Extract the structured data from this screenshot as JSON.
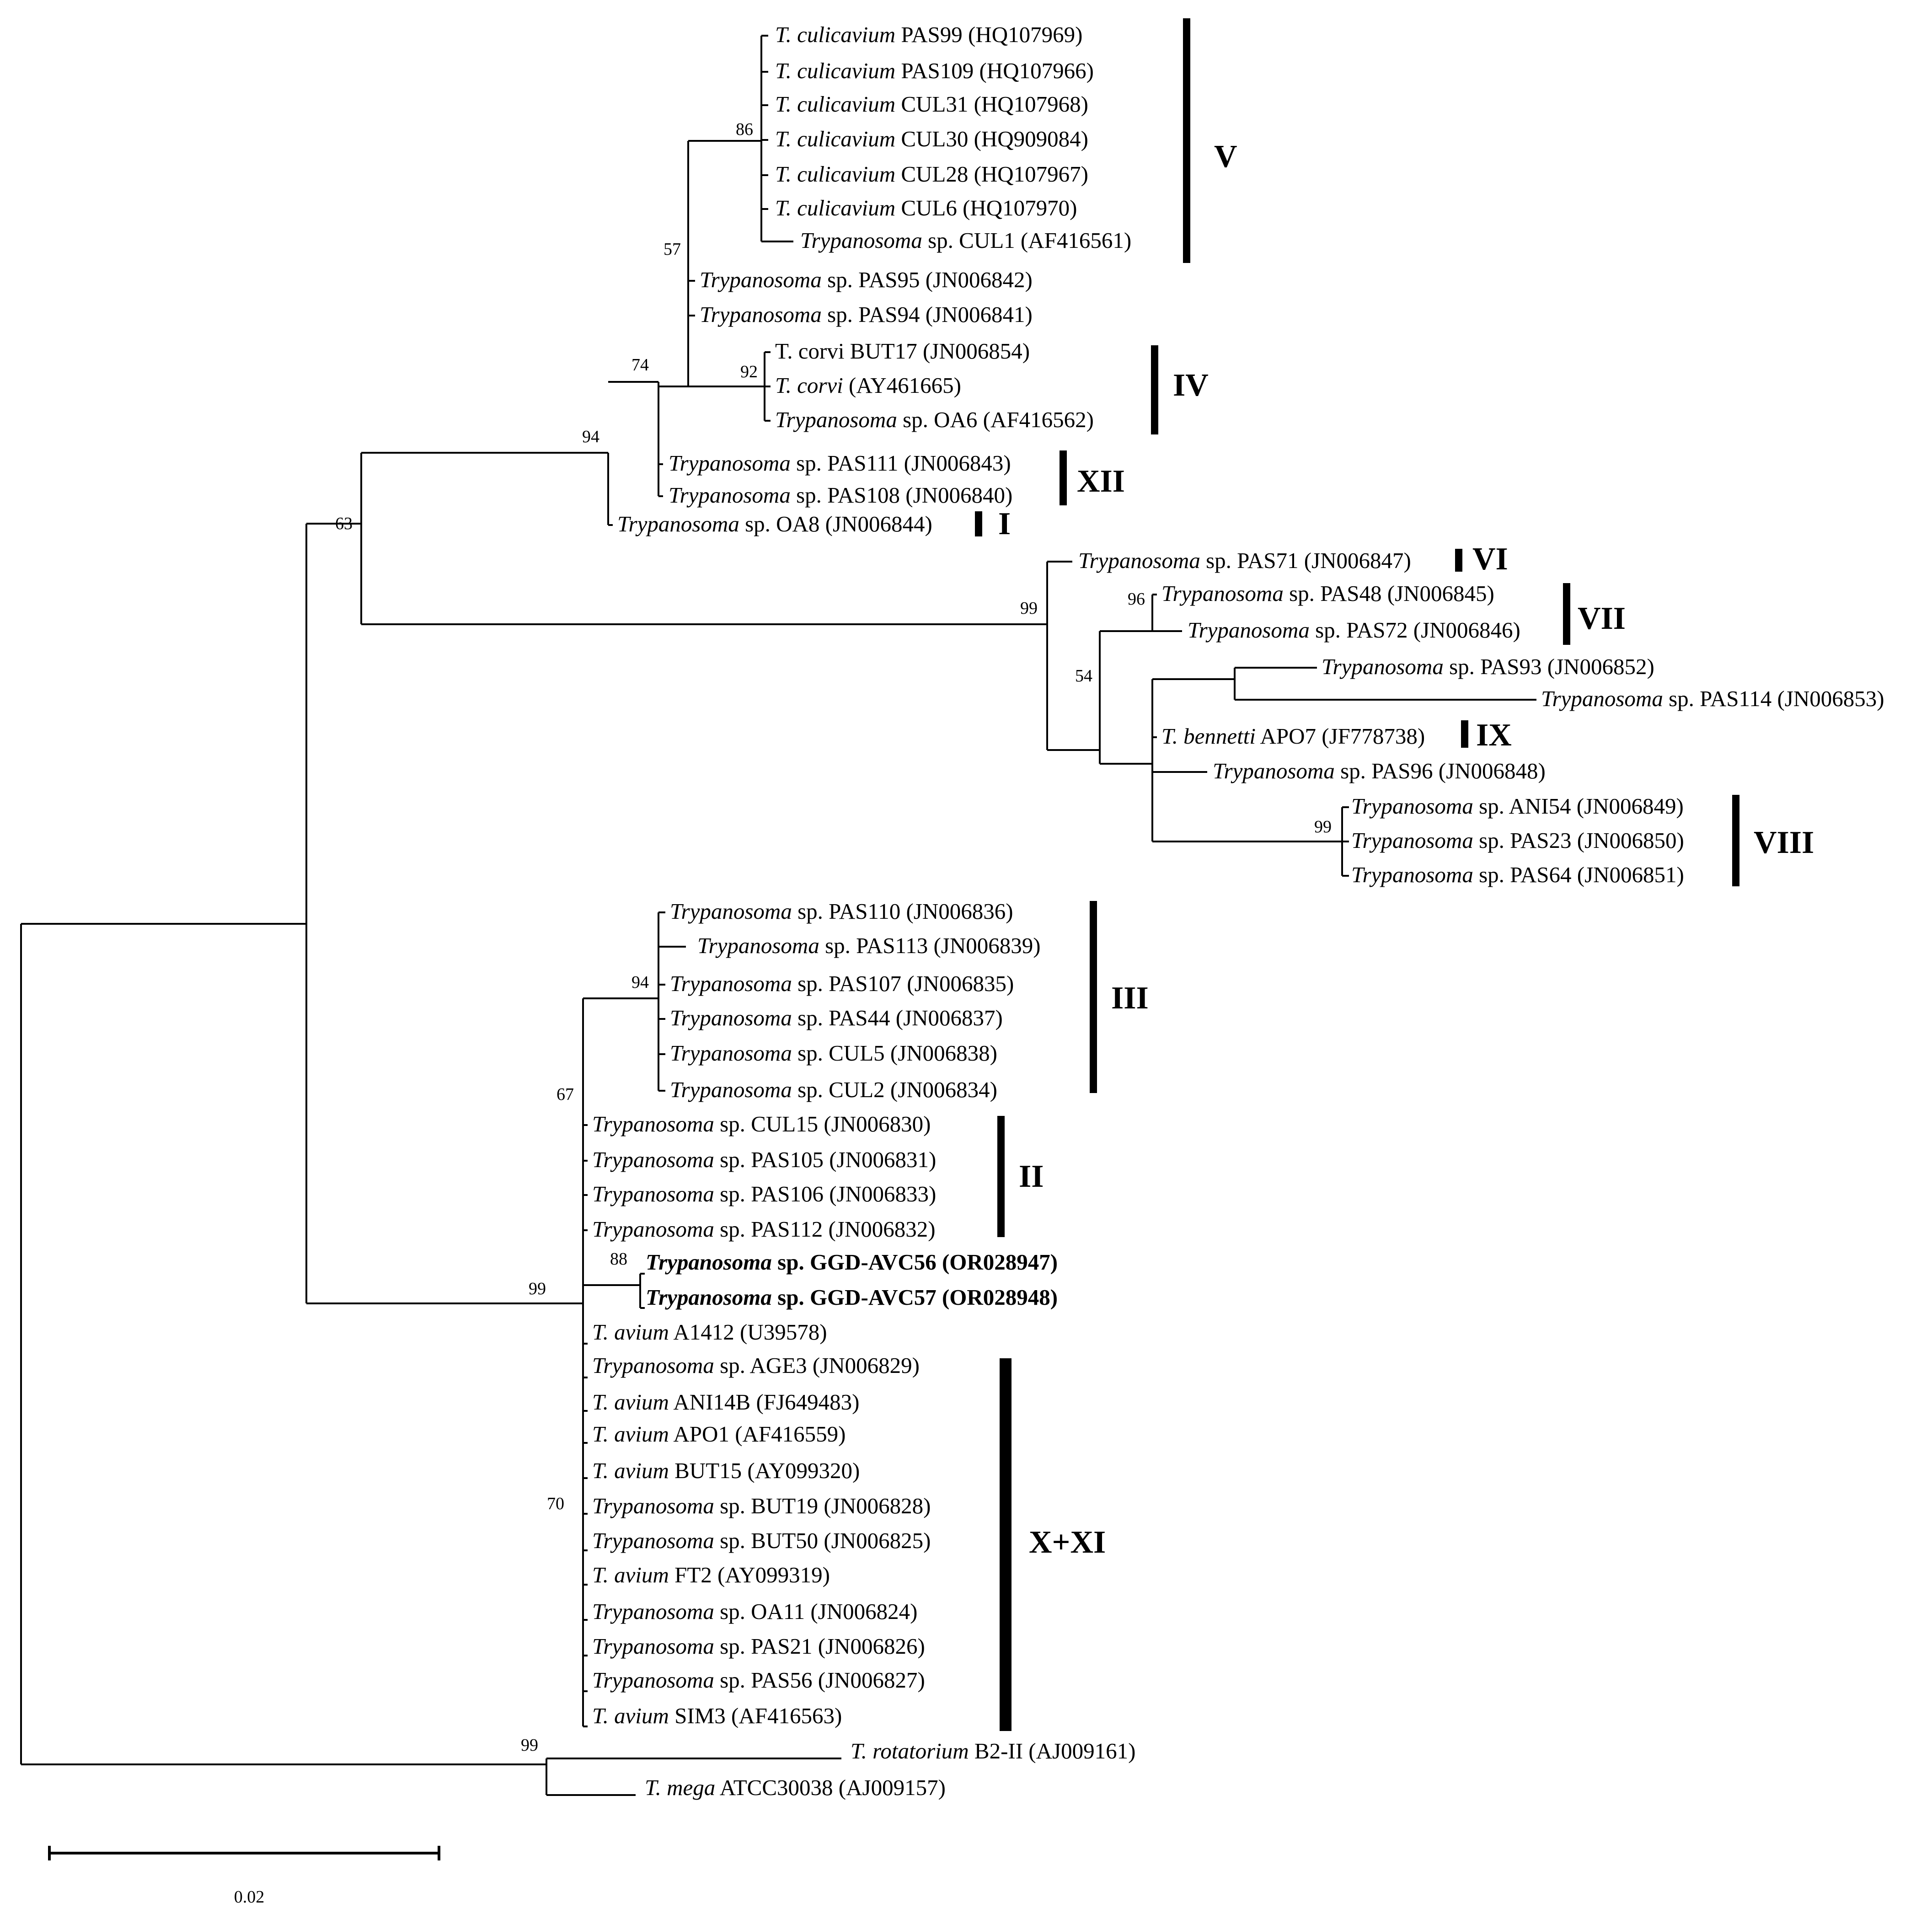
{
  "leaves": {
    "pas99": {
      "genus": "T. culicavium",
      "rest": " PAS99 (HQ107969)"
    },
    "pas109": {
      "genus": "T. culicavium",
      "rest": " PAS109 (HQ107966)"
    },
    "cul31": {
      "genus": "T. culicavium",
      "rest": " CUL31 (HQ107968)"
    },
    "cul30": {
      "genus": "T. culicavium",
      "rest": " CUL30 (HQ909084)"
    },
    "cul28": {
      "genus": "T. culicavium",
      "rest": " CUL28 (HQ107967)"
    },
    "cul6": {
      "genus": "T. culicavium",
      "rest": " CUL6 (HQ107970)"
    },
    "cul1": {
      "genus": "Trypanosoma",
      "rest": " sp. CUL1 (AF416561)"
    },
    "pas95": {
      "genus": "Trypanosoma",
      "rest": " sp. PAS95 (JN006842)"
    },
    "pas94": {
      "genus": "Trypanosoma",
      "rest": " sp. PAS94 (JN006841)"
    },
    "but17": {
      "genus": "",
      "rest": "T. corvi BUT17 (JN006854)"
    },
    "corvi": {
      "genus": "T. corvi",
      "rest": " (AY461665)"
    },
    "oa6": {
      "genus": "Trypanosoma",
      "rest": " sp. OA6 (AF416562)"
    },
    "pas111": {
      "genus": "Trypanosoma",
      "rest": " sp. PAS111 (JN006843)"
    },
    "pas108": {
      "genus": "Trypanosoma",
      "rest": " sp. PAS108 (JN006840)"
    },
    "oa8": {
      "genus": "Trypanosoma",
      "rest": " sp. OA8 (JN006844)"
    },
    "pas71": {
      "genus": "Trypanosoma",
      "rest": " sp. PAS71 (JN006847)"
    },
    "pas48": {
      "genus": "Trypanosoma",
      "rest": " sp. PAS48 (JN006845)"
    },
    "pas72": {
      "genus": "Trypanosoma",
      "rest": " sp. PAS72 (JN006846)"
    },
    "pas93": {
      "genus": "Trypanosoma",
      "rest": " sp. PAS93 (JN006852)"
    },
    "pas114": {
      "genus": "Trypanosoma",
      "rest": " sp. PAS114 (JN006853)"
    },
    "apo7": {
      "genus": "T. bennetti",
      "rest": " APO7 (JF778738)"
    },
    "pas96": {
      "genus": "Trypanosoma",
      "rest": " sp. PAS96 (JN006848)"
    },
    "ani54": {
      "genus": "Trypanosoma",
      "rest": " sp. ANI54 (JN006849)"
    },
    "pas23": {
      "genus": "Trypanosoma",
      "rest": " sp. PAS23 (JN006850)"
    },
    "pas64": {
      "genus": "Trypanosoma",
      "rest": " sp. PAS64 (JN006851)"
    },
    "pas110": {
      "genus": "Trypanosoma",
      "rest": " sp. PAS110 (JN006836)"
    },
    "pas113": {
      "genus": "Trypanosoma",
      "rest": " sp. PAS113 (JN006839)"
    },
    "pas107": {
      "genus": "Trypanosoma",
      "rest": " sp. PAS107 (JN006835)"
    },
    "pas44": {
      "genus": "Trypanosoma",
      "rest": " sp. PAS44 (JN006837)"
    },
    "cul5": {
      "genus": "Trypanosoma",
      "rest": " sp. CUL5 (JN006838)"
    },
    "cul2": {
      "genus": "Trypanosoma",
      "rest": " sp. CUL2 (JN006834)"
    },
    "cul15": {
      "genus": "Trypanosoma",
      "rest": " sp. CUL15 (JN006830)"
    },
    "pas105": {
      "genus": "Trypanosoma",
      "rest": " sp. PAS105 (JN006831)"
    },
    "pas106": {
      "genus": "Trypanosoma",
      "rest": " sp. PAS106 (JN006833)"
    },
    "pas112": {
      "genus": "Trypanosoma",
      "rest": " sp. PAS112 (JN006832)"
    },
    "avc56": {
      "genus": "Trypanosoma",
      "rest": " sp. GGD-AVC56 (OR028947)"
    },
    "avc57": {
      "genus": "Trypanosoma",
      "rest": " sp. GGD-AVC57 (OR028948)"
    },
    "a1412": {
      "genus": "T. avium",
      "rest": " A1412 (U39578)"
    },
    "age3": {
      "genus": "Trypanosoma",
      "rest": " sp. AGE3 (JN006829)"
    },
    "ani14b": {
      "genus": "T. avium",
      "rest": " ANI14B (FJ649483)"
    },
    "apo1": {
      "genus": "T. avium",
      "rest": " APO1 (AF416559)"
    },
    "but15": {
      "genus": "T. avium",
      "rest": " BUT15 (AY099320)"
    },
    "but19": {
      "genus": "Trypanosoma",
      "rest": " sp. BUT19 (JN006828)"
    },
    "but50": {
      "genus": "Trypanosoma",
      "rest": " sp. BUT50 (JN006825)"
    },
    "ft2": {
      "genus": "T. avium",
      "rest": " FT2 (AY099319)"
    },
    "oa11": {
      "genus": "Trypanosoma",
      "rest": " sp. OA11 (JN006824)"
    },
    "pas21": {
      "genus": "Trypanosoma",
      "rest": " sp. PAS21 (JN006826)"
    },
    "pas56": {
      "genus": "Trypanosoma",
      "rest": " sp. PAS56 (JN006827)"
    },
    "sim3": {
      "genus": "T. avium",
      "rest": " SIM3 (AF416563)"
    },
    "rotatorium": {
      "genus": "T. rotatorium",
      "rest": " B2-II (AJ009161)"
    },
    "mega": {
      "genus": "T. mega",
      "rest": " ATCC30038 (AJ009157)"
    }
  },
  "bootstrap": {
    "n86": "86",
    "n57": "57",
    "n74": "74",
    "n92": "92",
    "n94a": "94",
    "n63": "63",
    "n99a": "99",
    "n96": "96",
    "n54": "54",
    "n99b": "99",
    "n94b": "94",
    "n67": "67",
    "n99c": "99",
    "n88": "88",
    "n70": "70",
    "n99d": "99"
  },
  "clades": {
    "V": "V",
    "IV": "IV",
    "XII": "XII",
    "I": "I",
    "VI": "VI",
    "VII": "VII",
    "IX": "IX",
    "VIII": "VIII",
    "III": "III",
    "II": "II",
    "XXI": "X+XI"
  },
  "scale_bar": {
    "label": "0.02"
  }
}
